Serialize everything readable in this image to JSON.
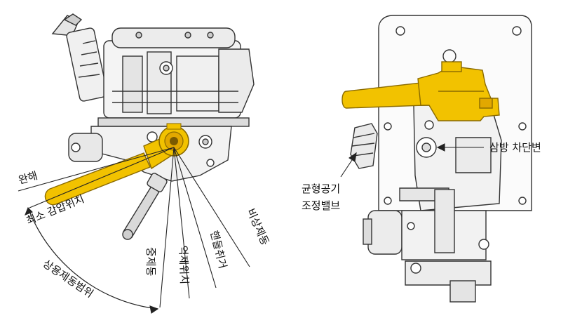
{
  "left_diagram": {
    "labels": {
      "release": "완해",
      "min_reduction": "최소 감압위치",
      "service_range": "상용제동범위",
      "full_service": "중제동",
      "neutral": "억제위치",
      "handle_removal": "핸들취거",
      "emergency": "비상제동"
    }
  },
  "right_diagram": {
    "labels": {
      "three_way_cutout": "삼방 차단변",
      "equalizing_line1": "균형공기",
      "equalizing_line2": "조정밸브"
    }
  },
  "colors": {
    "handle": "#f2c200",
    "handle_outline": "#8a6a00",
    "line": "#333333",
    "fill": "#f4f4f4",
    "shade": "#d8d8d8"
  }
}
